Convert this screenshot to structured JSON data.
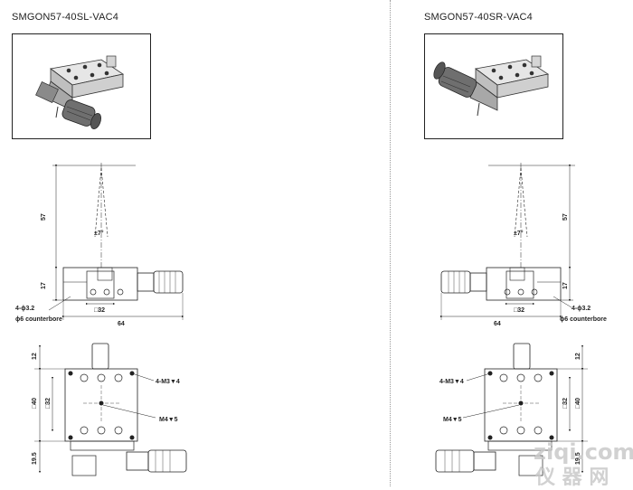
{
  "left": {
    "title": "SMGON57-40SL-VAC4",
    "labels": {
      "height": "57",
      "angle": "±7°",
      "stage_h": "17",
      "holes": "4-ϕ3.2",
      "counterbore": "ϕ6 counterbore",
      "square": "□32",
      "width": "64",
      "top_off": "12",
      "sq40": "□40",
      "sq32": "□32",
      "m3": "4-M3▼4",
      "m4": "M4▼5",
      "bottom": "19.5"
    }
  },
  "right": {
    "title": "SMGON57-40SR-VAC4",
    "labels": {
      "height": "57",
      "angle": "±7°",
      "stage_h": "17",
      "holes": "4-ϕ3.2",
      "counterbore": "ϕ6 counterbore",
      "square": "□32",
      "width": "64",
      "top_off": "12",
      "sq40": "□40",
      "sq32": "□32",
      "m3": "4-M3▼4",
      "m4": "M4▼5",
      "bottom": "19.5"
    }
  },
  "watermark": {
    "line1": "ziqi.com",
    "line2": "仪 器 网"
  }
}
